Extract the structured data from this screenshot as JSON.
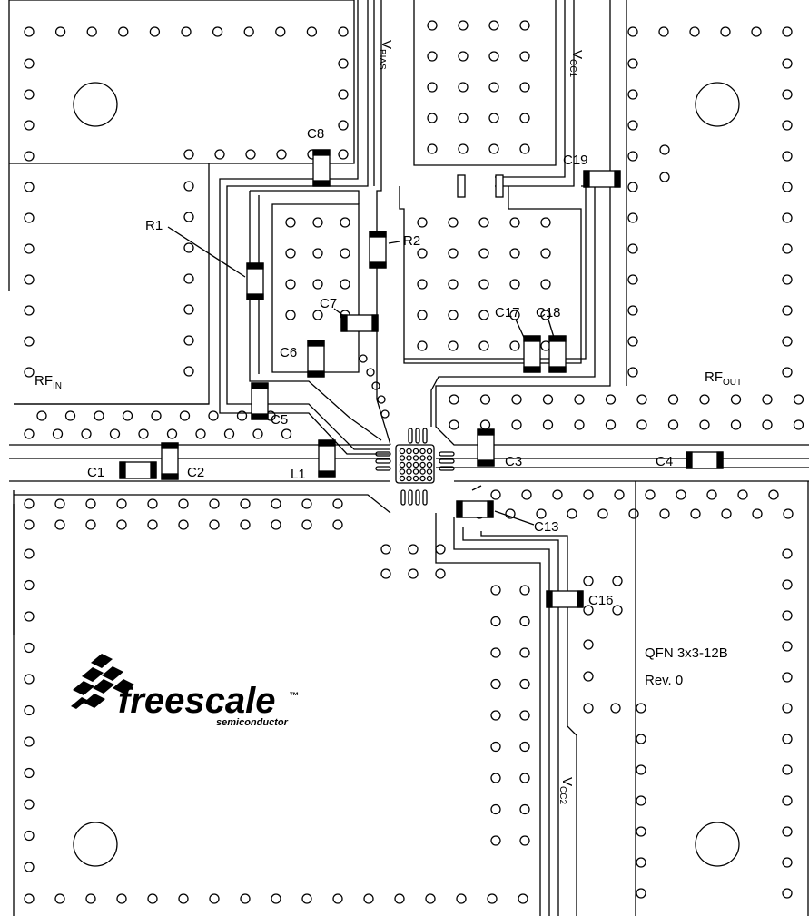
{
  "components": {
    "R1": "R1",
    "R2": "R2",
    "C1": "C1",
    "C2": "C2",
    "C3": "C3",
    "C4": "C4",
    "C5": "C5",
    "C6": "C6",
    "C7": "C7",
    "C8": "C8",
    "C13": "C13",
    "C16": "C16",
    "C17": "C17",
    "C18": "C18",
    "C19": "C19",
    "L1": "L1"
  },
  "nets": {
    "rf_in_main": "RF",
    "rf_in_sub": "IN",
    "rf_out_main": "RF",
    "rf_out_sub": "OUT",
    "vbias_main": "V",
    "vbias_sub": "BIAS",
    "vcc1_main": "V",
    "vcc1_sub": "CC1",
    "vcc2_main": "V",
    "vcc2_sub": "CC2"
  },
  "board": {
    "package": "QFN 3x3-12B",
    "revision": "Rev. 0"
  },
  "logo": {
    "brand": "freescale",
    "trademark": "™",
    "tagline": "semiconductor",
    "icon": "freescale-logo-icon"
  },
  "colors": {
    "ink": "#000000",
    "background": "#ffffff"
  }
}
